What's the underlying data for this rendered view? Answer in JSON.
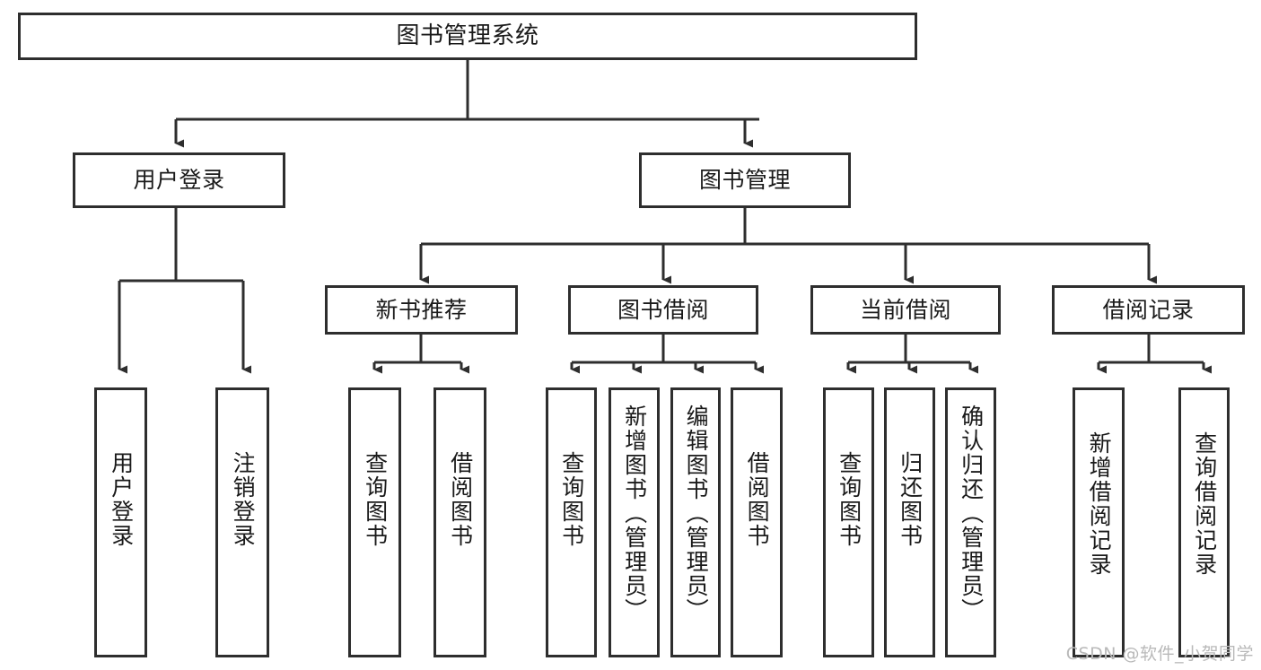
{
  "diagram": {
    "type": "tree-hierarchy",
    "title": "图书管理系统",
    "watermark": "CSDN @软件_小贺同学",
    "nodes": {
      "root": {
        "label": "图书管理系统"
      },
      "level2": [
        {
          "id": "user-login",
          "label": "用户登录"
        },
        {
          "id": "book-manage",
          "label": "图书管理"
        }
      ],
      "level3": [
        {
          "id": "new-book-rec",
          "label": "新书推荐"
        },
        {
          "id": "book-borrow",
          "label": "图书借阅"
        },
        {
          "id": "current-borrow",
          "label": "当前借阅"
        },
        {
          "id": "borrow-record",
          "label": "借阅记录"
        }
      ],
      "leaves": [
        {
          "id": "leaf-user-login",
          "label": "用户登录",
          "parent": "user-login"
        },
        {
          "id": "leaf-logout",
          "label": "注销登录",
          "parent": "user-login"
        },
        {
          "id": "leaf-query-book-1",
          "label": "查询图书",
          "parent": "new-book-rec"
        },
        {
          "id": "leaf-borrow-book-1",
          "label": "借阅图书",
          "parent": "new-book-rec"
        },
        {
          "id": "leaf-query-book-2",
          "label": "查询图书",
          "parent": "book-borrow"
        },
        {
          "id": "leaf-add-book",
          "label": "新增图书（管理员）",
          "parent": "book-borrow"
        },
        {
          "id": "leaf-edit-book",
          "label": "编辑图书（管理员）",
          "parent": "book-borrow"
        },
        {
          "id": "leaf-borrow-book-2",
          "label": "借阅图书",
          "parent": "book-borrow"
        },
        {
          "id": "leaf-query-book-3",
          "label": "查询图书",
          "parent": "current-borrow"
        },
        {
          "id": "leaf-return-book",
          "label": "归还图书",
          "parent": "current-borrow"
        },
        {
          "id": "leaf-confirm-return",
          "label": "确认归还（管理员）",
          "parent": "current-borrow"
        },
        {
          "id": "leaf-add-record",
          "label": "新增借阅记录",
          "parent": "borrow-record"
        },
        {
          "id": "leaf-query-record",
          "label": "查询借阅记录",
          "parent": "borrow-record"
        }
      ]
    },
    "colors": {
      "stroke": "#2e2e2e",
      "fill": "#ffffff",
      "text": "#1a1a1a",
      "watermark": "#b9b9b9"
    }
  }
}
